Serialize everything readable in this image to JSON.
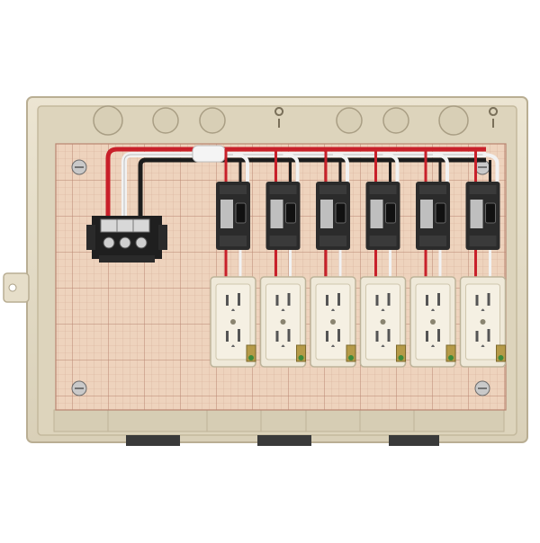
{
  "scene": {
    "subject": "electrical-distribution-panel",
    "breaker_count": 6,
    "outlet_count": 6,
    "terminal_block_count": 1,
    "colors": {
      "background": "#ffffff",
      "enclosure": "#e4dcc6",
      "enclosure_shadow": "#c7bda4",
      "backplate": "#eed3bd",
      "grid_line": "#c79c86",
      "breaker_body": "#2b2b2b",
      "breaker_label": "#bfbfbf",
      "outlet_face": "#efe9d9",
      "wire_red": "#c8202a",
      "wire_black": "#1c1c1c",
      "wire_white": "#f2f2f2",
      "brass_terminal": "#b59a48",
      "green_screw": "#3d8a3a"
    }
  }
}
